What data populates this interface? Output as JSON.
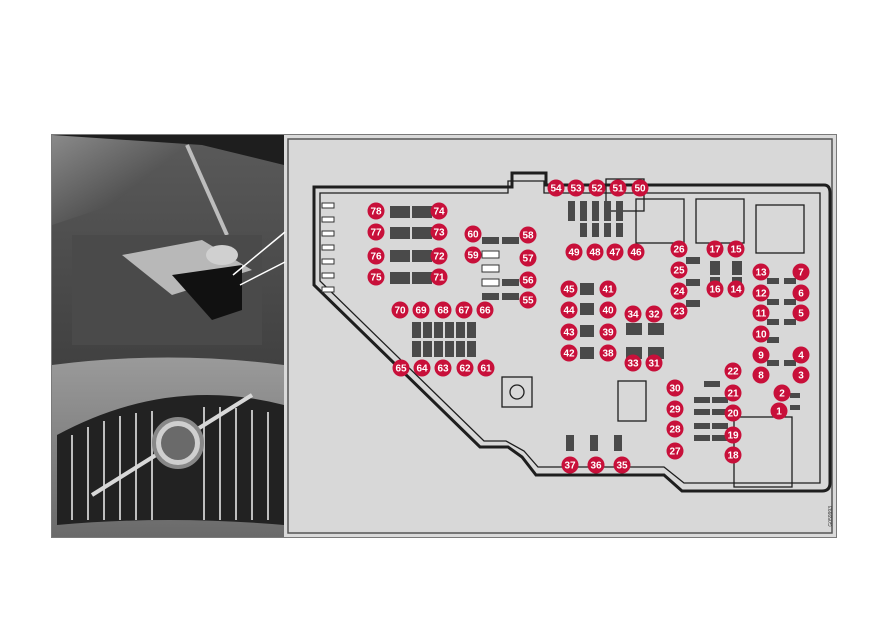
{
  "figure": {
    "image_code": "G059993",
    "colors": {
      "badge": "#c8103a",
      "fuse": "#4a4a4a",
      "background": "#dadada",
      "outline": "#1e1e1e"
    },
    "photo": {
      "description_icon": "volvo-engine-bay-photo"
    },
    "fuse_numbers": [
      "1",
      "2",
      "3",
      "4",
      "5",
      "6",
      "7",
      "8",
      "9",
      "10",
      "11",
      "12",
      "13",
      "14",
      "15",
      "16",
      "17",
      "18",
      "19",
      "20",
      "21",
      "22",
      "23",
      "24",
      "25",
      "26",
      "27",
      "28",
      "29",
      "30",
      "31",
      "32",
      "33",
      "34",
      "35",
      "36",
      "37",
      "38",
      "39",
      "40",
      "41",
      "42",
      "43",
      "44",
      "45",
      "46",
      "47",
      "48",
      "49",
      "50",
      "51",
      "52",
      "53",
      "54",
      "55",
      "56",
      "57",
      "58",
      "59",
      "60",
      "61",
      "62",
      "63",
      "64",
      "65",
      "66",
      "67",
      "68",
      "69",
      "70",
      "71",
      "72",
      "73",
      "74",
      "75",
      "76",
      "77",
      "78"
    ]
  }
}
